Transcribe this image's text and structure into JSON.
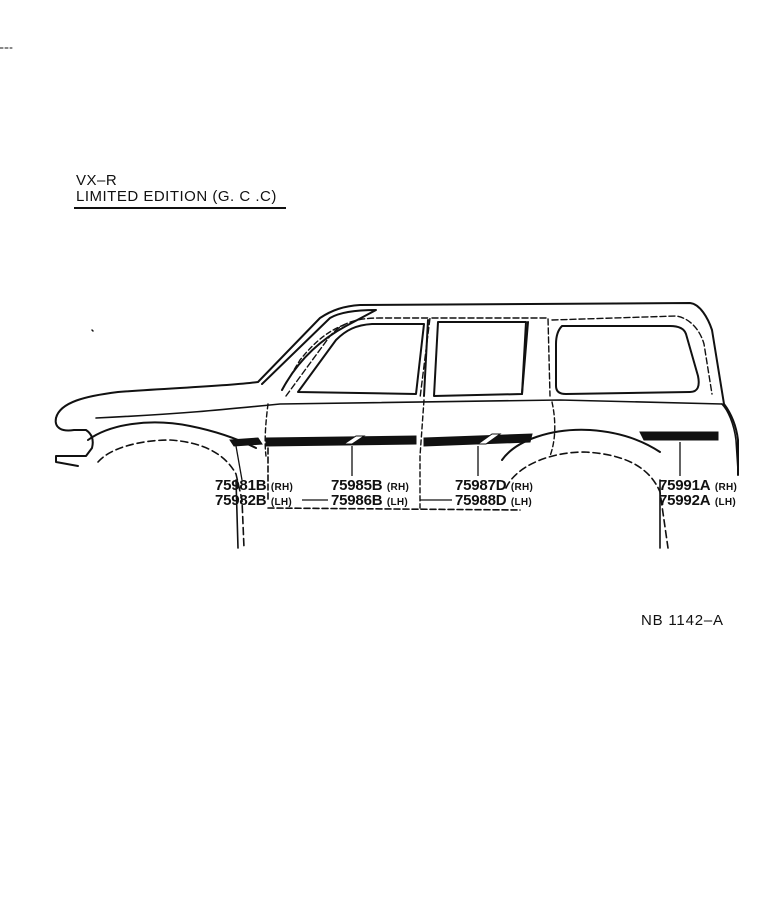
{
  "heading": {
    "line1": "VX–R",
    "line2": "LIMITED  EDITION (G. C .C)"
  },
  "parts": [
    {
      "rh": "75981B",
      "rh_side": "(RH)",
      "lh": "75982B",
      "lh_side": "(LH)"
    },
    {
      "rh": "75985B",
      "rh_side": "(RH)",
      "lh": "75986B",
      "lh_side": "(LH)"
    },
    {
      "rh": "75987D",
      "rh_side": "(RH)",
      "lh": "75988D",
      "lh_side": "(LH)"
    },
    {
      "rh": "75991A",
      "rh_side": "(RH)",
      "lh": "75992A",
      "lh_side": "(LH)"
    }
  ],
  "figure_code": "NB  1142–A",
  "colors": {
    "ink": "#111111",
    "paper": "#ffffff"
  }
}
